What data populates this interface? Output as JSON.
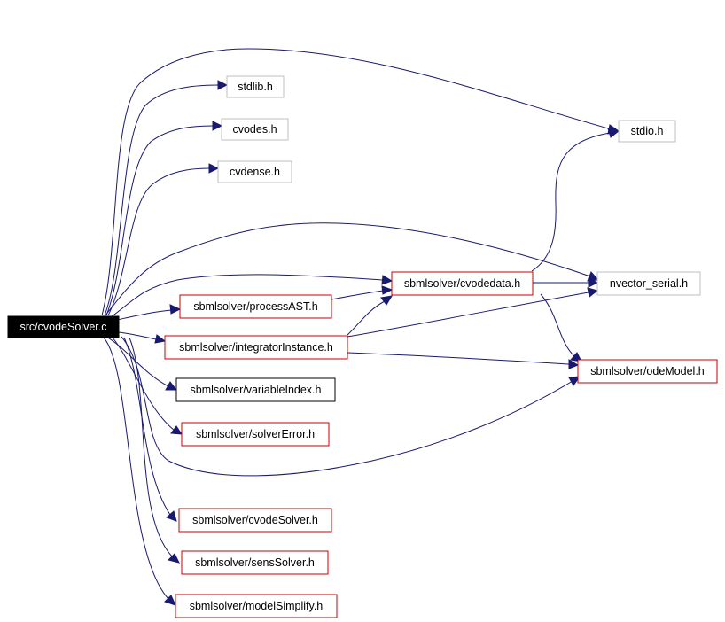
{
  "colors": {
    "edge": "#191970",
    "root_fill": "#000000",
    "root_text": "#ffffff",
    "documented_border": "#cc0000",
    "external_border": "#bfbfbf",
    "plain_border": "#000000",
    "text": "#000000"
  },
  "nodes": {
    "root": "src/cvodeSolver.c",
    "stdlib": "stdlib.h",
    "cvodes": "cvodes.h",
    "cvdense": "cvdense.h",
    "stdio": "stdio.h",
    "cvodedata": "sbmlsolver/cvodedata.h",
    "nvector": "nvector_serial.h",
    "processast": "sbmlsolver/processAST.h",
    "integrator": "sbmlsolver/integratorInstance.h",
    "odemodel": "sbmlsolver/odeModel.h",
    "variableindex": "sbmlsolver/variableIndex.h",
    "solvererror": "sbmlsolver/solverError.h",
    "cvodesolver": "sbmlsolver/cvodeSolver.h",
    "senssolver": "sbmlsolver/sensSolver.h",
    "modelsimplify": "sbmlsolver/modelSimplify.h"
  }
}
